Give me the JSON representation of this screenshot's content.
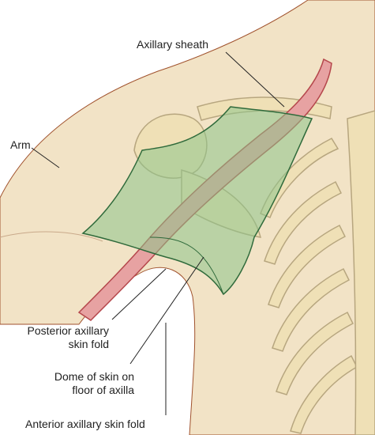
{
  "labels": {
    "axillary_sheath": "Axillary sheath",
    "arm": "Arm",
    "posterior_fold_line1": "Posterior axillary",
    "posterior_fold_line2": "skin fold",
    "dome_line1": "Dome of skin on",
    "dome_line2": "floor of axilla",
    "anterior_fold": "Anterior axillary skin fold"
  },
  "colors": {
    "skin": "#f2e3c6",
    "bone": "#efe0b6",
    "bone_outline": "#b7a67f",
    "skin_outline": "#a0522d",
    "vessel": "#e7a2a2",
    "vessel_outline": "#b5474c",
    "sheath": "#8cc48a",
    "sheath_outline": "#2f6a3b",
    "leader": "#222222"
  }
}
